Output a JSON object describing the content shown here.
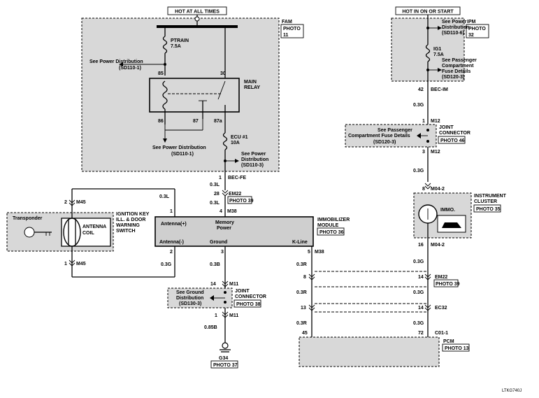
{
  "headers": {
    "hot_at_all_times": "HOT AT ALL TIMES",
    "hot_in_on": "HOT IN ON OR START"
  },
  "fam": {
    "name": "FAM",
    "photo": "PHOTO",
    "photo_num": "11"
  },
  "ipm": {
    "name": "IPM",
    "photo": "PHOTO",
    "photo_num": "32"
  },
  "fuses": {
    "ptrain_name": "PTRAIN",
    "ptrain_rating": "7.5A",
    "ig1_name": "IG1",
    "ig1_rating": "7.5A",
    "ecu_name": "ECU #1",
    "ecu_rating": "10A"
  },
  "refs": {
    "power_dist": "See Power Distribution",
    "sd110_1": "(SD110-1)",
    "sd110_3": "(SD110-3)",
    "see_power": "See Power",
    "distribution": "Distribution",
    "sd110_6": "(SD110-6)",
    "see_passenger": "See Passenger",
    "compartment": "Compartment",
    "fuse_details": "Fuse Details",
    "sd120_3": "(SD120-3)",
    "passenger_line": "See Passenger",
    "compartment_fuse": "Compartment Fuse Details",
    "see_ground": "See Ground",
    "sd130_3": "(SD130-3)"
  },
  "relay": {
    "main": "MAIN",
    "relay": "RELAY",
    "p85": "85",
    "p86": "86",
    "p30": "30",
    "p87": "87",
    "p87a": "87a"
  },
  "connectors": {
    "bec_fe": "BEC-FE",
    "bec_fe_pin": "1",
    "em22": "EM22",
    "em22_pin_left": "28",
    "em22_photo": "PHOTO 39",
    "m38": "M38",
    "m38_pin4": "4",
    "m38_pin2": "2",
    "m38_pin3": "3",
    "m38_pin5": "5",
    "m45": "M45",
    "m45_pin2": "2",
    "m45_pin1": "1",
    "m11": "M11",
    "m11_pin14": "14",
    "m11_pin1": "1",
    "bec_im": "BEC-IM",
    "bec_im_pin": "42",
    "m12": "M12",
    "m12_pin1": "1",
    "m12_pin3": "3",
    "m04": "M04-2",
    "m04_pin8": "8",
    "m04_pin16": "16",
    "em22_r": "EM22",
    "em22_r_pin": "14",
    "em22_r_pin_l": "8",
    "ec32": "EC32",
    "ec32_pin": "14",
    "ec32_pin_l": "13",
    "c01": "C01-1",
    "c01_pin_l": "45",
    "c01_pin_r": "72",
    "pin1": "1"
  },
  "wires": {
    "w03l": "0.3L",
    "w03g": "0.3G",
    "w03b": "0.3B",
    "w03r": "0.3R",
    "w085b": "0.85B"
  },
  "components": {
    "ignition": [
      "IGNITION KEY",
      "ILL. & DOOR",
      "WARNING",
      "SWITCH"
    ],
    "transponder": "Transponder",
    "antenna": "ANTENNA",
    "coil": "COIL",
    "immobilizer": "IMMOBILIZER",
    "module": "MODULE",
    "imm_photo": "PHOTO 36",
    "antenna_plus": "Antenna(+)",
    "antenna_minus": "Antenna(-)",
    "memory": "Memory",
    "power": "Power",
    "ground": "Ground",
    "kline": "K-Line",
    "joint": "JOINT",
    "connector": "CONNECTOR",
    "jc_photo_l": "PHOTO 38",
    "jc_photo_r": "PHOTO 46",
    "instrument": "INSTRUMENT",
    "cluster": "CLUSTER",
    "ic_photo": "PHOTO 35",
    "immo": "IMMO.",
    "pcm": "PCM",
    "pcm_photo": "PHOTO 13",
    "ground_name": "G34",
    "ground_photo": "PHOTO 37"
  },
  "footer": "LTKG740J"
}
